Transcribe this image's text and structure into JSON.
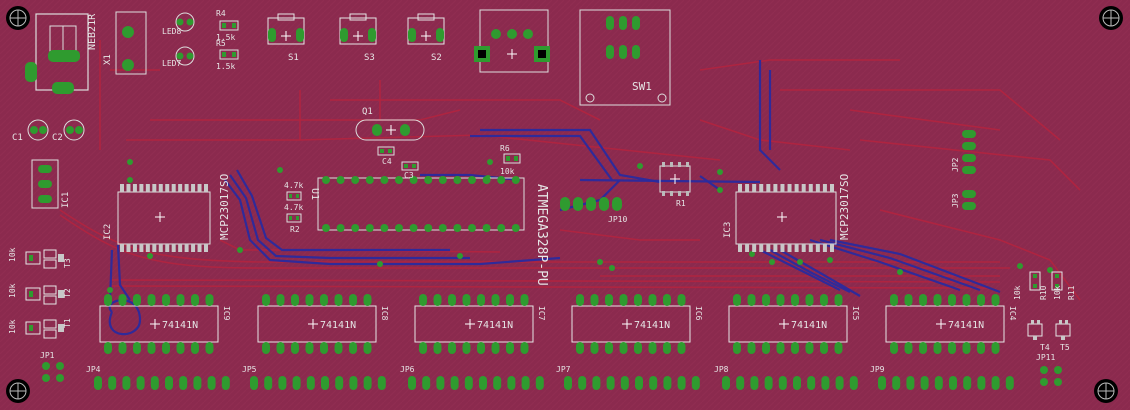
{
  "colors": {
    "board": "#8b2a4e",
    "top_copper": "#b3243f",
    "bottom_copper": "#2a2a9e",
    "pad": "#2f9b2f",
    "silk": "#e6e6e6"
  },
  "labels": {
    "neb21r": "NEB21R",
    "x1": "X1",
    "led8": "LED8",
    "led7": "LED7",
    "r4": "R4",
    "r4_val": "1.5k",
    "r5": "R5",
    "r5_val": "1.5k",
    "s1": "S1",
    "s3": "S3",
    "s2": "S2",
    "sw1": "SW1",
    "q1": "Q1",
    "c1": "C1",
    "c2": "C2",
    "ic1": "IC1",
    "ic2": "IC2",
    "ic2_part": "MCP23017SO",
    "ic3": "IC3",
    "ic3_part": "MCP23017SO",
    "u1": "U1",
    "u1_part": "ATMEGA328P-PU",
    "c4": "C4",
    "c3": "C3",
    "r6": "R6",
    "r6_val": "10k",
    "r1": "R1",
    "r2": "R2",
    "r3_val": "4.7k",
    "r2_val": "4.7k",
    "jp10": "JP10",
    "jp2": "JP2",
    "jp3": "JP3",
    "t3": "T3",
    "t2": "T2",
    "t1": "T1",
    "r_left_val": "10k",
    "r10": "R10",
    "r11": "R11",
    "r10_val": "10k",
    "r11_val": "10k",
    "t4": "T4",
    "t5": "T5",
    "jp1": "JP1",
    "jp11": "JP11",
    "jp4": "JP4",
    "jp5": "JP5",
    "jp6": "JP6",
    "jp7": "JP7",
    "jp8": "JP8",
    "jp9": "JP9",
    "chip_part": "74141N",
    "ic4": "IC4",
    "ic5": "IC5",
    "ic6": "IC6",
    "ic7": "IC7",
    "ic8": "IC8",
    "ic9": "IC9"
  }
}
